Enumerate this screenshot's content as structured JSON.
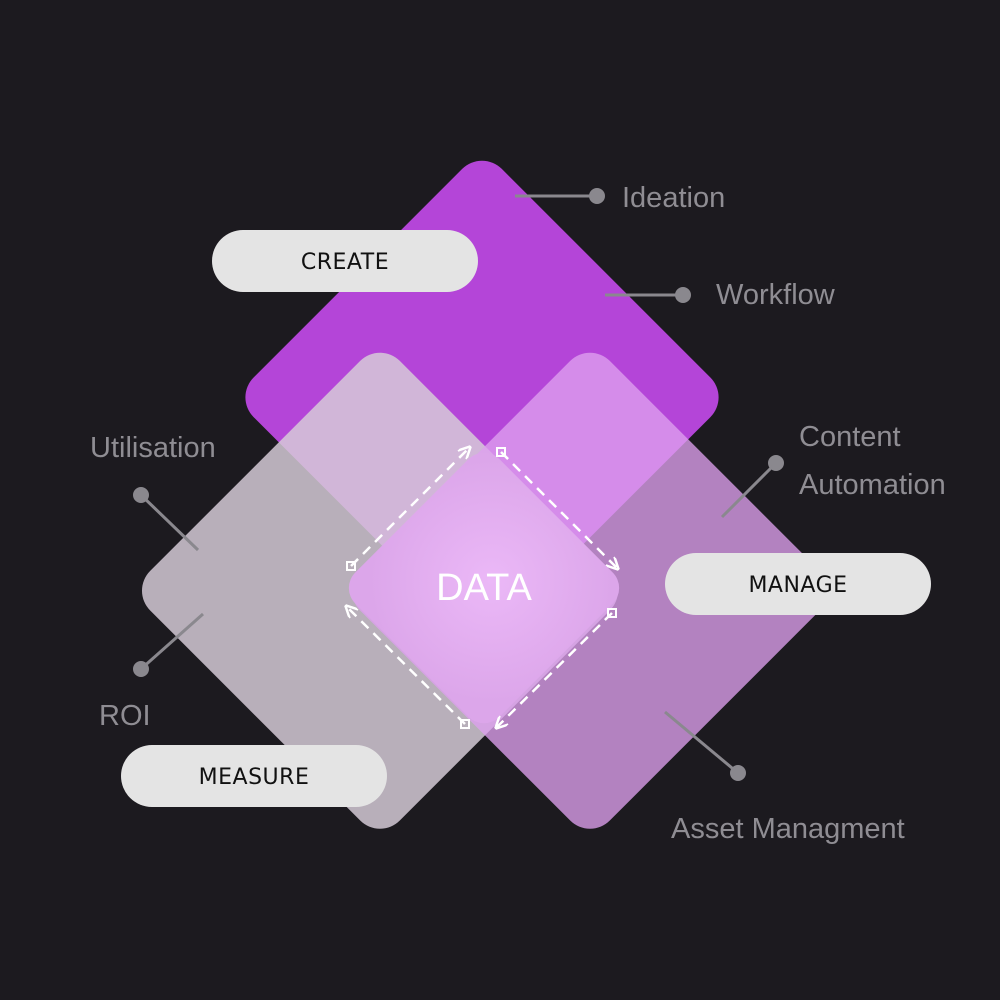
{
  "center": {
    "label": "DATA"
  },
  "pills": {
    "create": "CREATE",
    "manage": "MANAGE",
    "measure": "MEASURE"
  },
  "labels": {
    "ideation": "Ideation",
    "workflow": "Workflow",
    "content_line1": "Content",
    "content_line2": "Automation",
    "utilisation": "Utilisation",
    "roi": "ROI",
    "asset": "Asset Managment"
  },
  "colors": {
    "background": "#1c1a1f",
    "create": "#b445d8",
    "measure": "#bcb0bd",
    "manage": "#c290d0",
    "data": "#e2acf0",
    "pill": "#e4e4e4",
    "label": "#8f8d93"
  }
}
